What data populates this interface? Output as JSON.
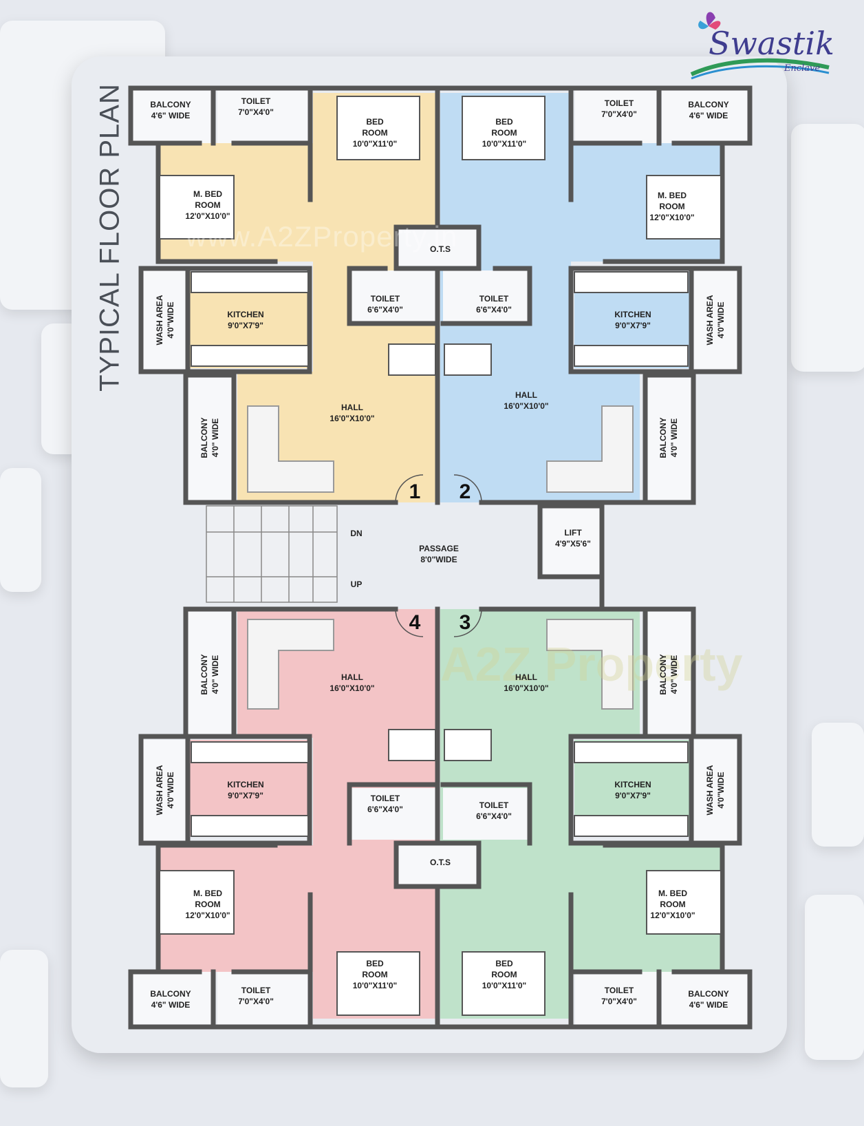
{
  "title": "TYPICAL FLOOR PLAN",
  "logo": {
    "name": "Swastik",
    "sub": "Enclave"
  },
  "watermarks": {
    "url": "www.A2ZProperty.in",
    "brand": "A2Z Property"
  },
  "flat_numbers": [
    "1",
    "2",
    "3",
    "4"
  ],
  "colors": {
    "flat1": "#f8e3b3",
    "flat2": "#bfdcf3",
    "flat3": "#bfe2ca",
    "flat4": "#f3c4c6",
    "wall": "#555555"
  },
  "flat1": {
    "balcony_top": [
      "BALCONY",
      "4'6\" WIDE"
    ],
    "toilet_top": [
      "TOILET",
      "7'0\"X4'0\""
    ],
    "bedroom": [
      "BED",
      "ROOM",
      "10'0\"X11'0\""
    ],
    "mbed": [
      "M. BED",
      "ROOM",
      "12'0\"X10'0\""
    ],
    "wash": [
      "WASH AREA",
      "4'0\"WIDE"
    ],
    "kitchen": [
      "KITCHEN",
      "9'0\"X7'9\""
    ],
    "toilet_mid": [
      "TOILET",
      "6'6\"X4'0\""
    ],
    "hall": [
      "HALL",
      "16'0\"X10'0\""
    ],
    "balcony_side": [
      "BALCONY",
      "4'0\" WIDE"
    ]
  },
  "flat2": {
    "balcony_top": [
      "BALCONY",
      "4'6\" WIDE"
    ],
    "toilet_top": [
      "TOILET",
      "7'0\"X4'0\""
    ],
    "bedroom": [
      "BED",
      "ROOM",
      "10'0\"X11'0\""
    ],
    "mbed": [
      "M. BED",
      "ROOM",
      "12'0\"X10'0\""
    ],
    "wash": [
      "WASH AREA",
      "4'0\"WIDE"
    ],
    "kitchen": [
      "KITCHEN",
      "9'0\"X7'9\""
    ],
    "toilet_mid": [
      "TOILET",
      "6'6\"X4'0\""
    ],
    "hall": [
      "HALL",
      "16'0\"X10'0\""
    ],
    "balcony_side": [
      "BALCONY",
      "4'0\" WIDE"
    ]
  },
  "flat3": {
    "balcony_side": [
      "BALCONY",
      "4'0\" WIDE"
    ],
    "hall": [
      "HALL",
      "16'0\"X10'0\""
    ],
    "kitchen": [
      "KITCHEN",
      "9'0\"X7'9\""
    ],
    "wash": [
      "WASH AREA",
      "4'0\"WIDE"
    ],
    "toilet_mid": [
      "TOILET",
      "6'6\"X4'0\""
    ],
    "mbed": [
      "M. BED",
      "ROOM",
      "12'0\"X10'0\""
    ],
    "bedroom": [
      "BED",
      "ROOM",
      "10'0\"X11'0\""
    ],
    "toilet_bot": [
      "TOILET",
      "7'0\"X4'0\""
    ],
    "balcony_bot": [
      "BALCONY",
      "4'6\" WIDE"
    ]
  },
  "flat4": {
    "balcony_side": [
      "BALCONY",
      "4'0\" WIDE"
    ],
    "hall": [
      "HALL",
      "16'0\"X10'0\""
    ],
    "kitchen": [
      "KITCHEN",
      "9'0\"X7'9\""
    ],
    "wash": [
      "WASH AREA",
      "4'0\"WIDE"
    ],
    "toilet_mid": [
      "TOILET",
      "6'6\"X4'0\""
    ],
    "mbed": [
      "M. BED",
      "ROOM",
      "12'0\"X10'0\""
    ],
    "bedroom": [
      "BED",
      "ROOM",
      "10'0\"X11'0\""
    ],
    "toilet_bot": [
      "TOILET",
      "7'0\"X4'0\""
    ],
    "balcony_bot": [
      "BALCONY",
      "4'6\" WIDE"
    ]
  },
  "common": {
    "ots": "O.T.S",
    "passage": [
      "PASSAGE",
      "8'0\"WIDE"
    ],
    "lift": [
      "LIFT",
      "4'9\"X5'6\""
    ],
    "dn": "DN",
    "up": "UP"
  }
}
